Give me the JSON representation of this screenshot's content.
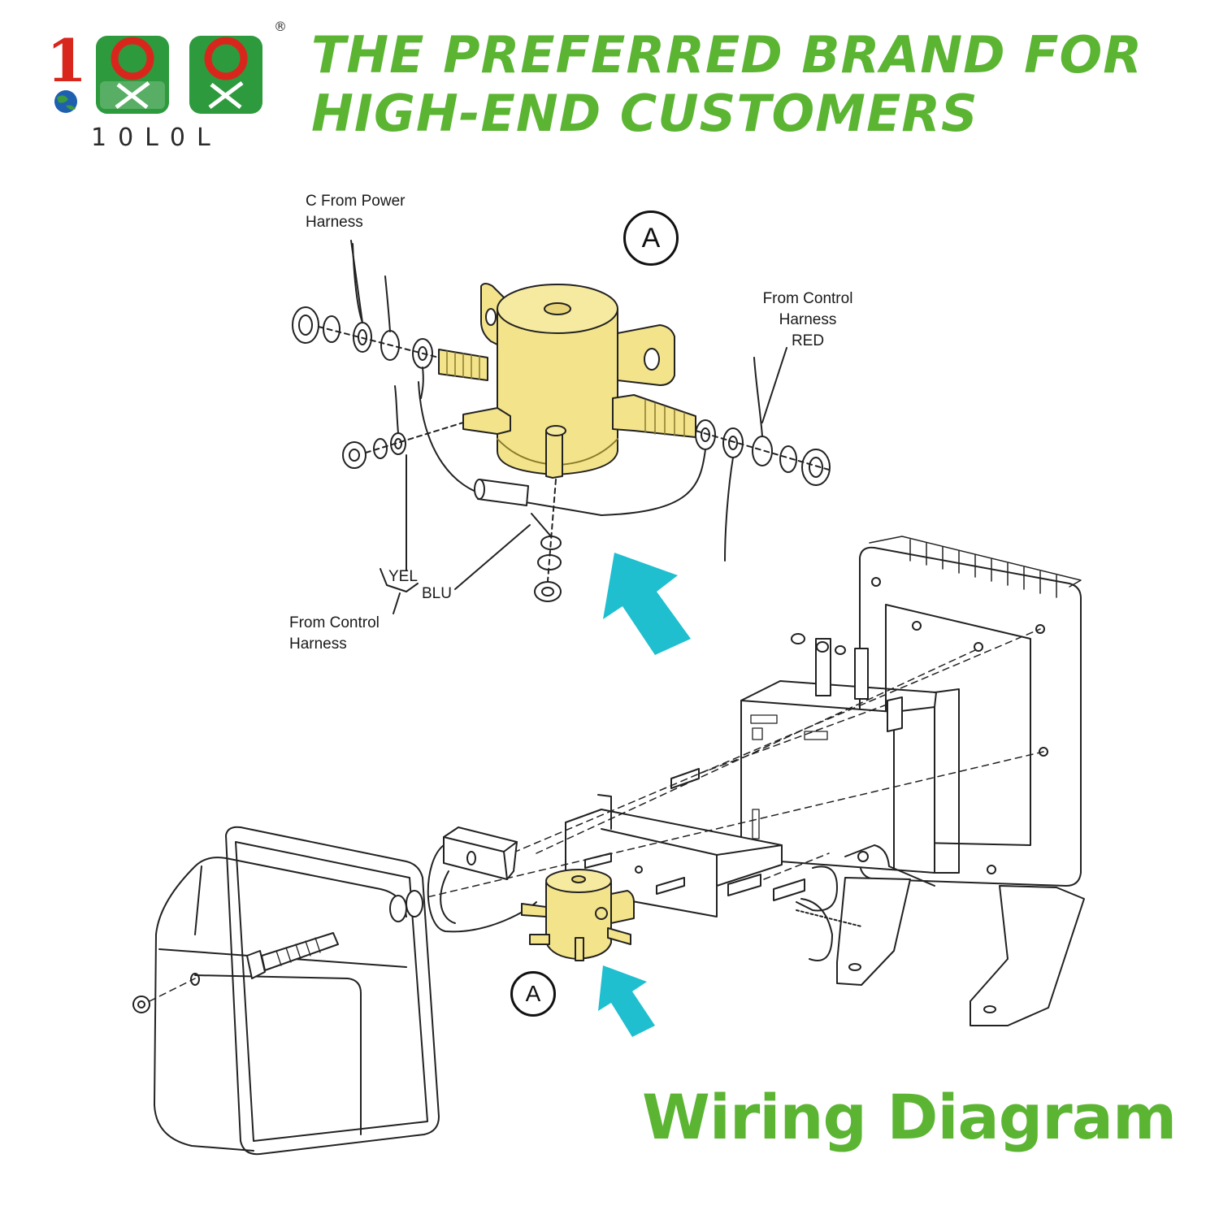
{
  "brand": {
    "name": "10L0L",
    "registered_mark": "®"
  },
  "headline": {
    "line1": "THE PREFERRED BRAND FOR",
    "line2": "HIGH-END CUSTOMERS"
  },
  "diagram": {
    "callout_top": "A",
    "callout_bottom": "A",
    "labels": {
      "power_harness": [
        "C From Power",
        "Harness"
      ],
      "control_harness_red": [
        "From Control",
        "Harness",
        "RED"
      ],
      "wire_yel": "YEL",
      "wire_blu": "BLU",
      "control_harness": [
        "From Control",
        "Harness"
      ]
    }
  },
  "footer": {
    "title": "Wiring Diagram"
  },
  "colors": {
    "brand_green": "#5bb532",
    "solenoid_yellow": "#f3e38a",
    "arrow_cyan": "#1fbfcf",
    "logo_red": "#d9261c",
    "logo_green": "#2e9a3e"
  }
}
